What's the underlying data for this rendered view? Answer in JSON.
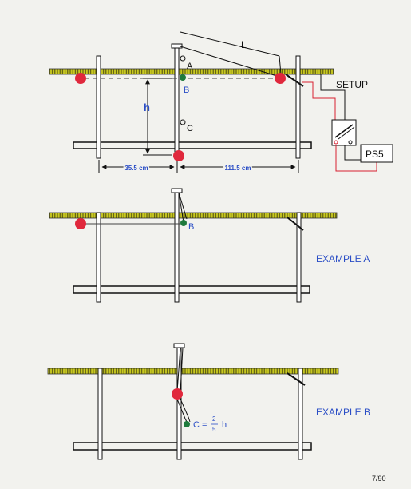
{
  "setup": {
    "title": "SETUP",
    "length_label": "L",
    "height_label": "h",
    "point_a": "A",
    "point_b": "B",
    "point_c": "C",
    "distance_left": "35.5 cm",
    "distance_right": "111.5 cm",
    "power_supply": "PS5"
  },
  "example_a": {
    "title": "EXAMPLE  A",
    "point_b": "B"
  },
  "example_b": {
    "title": "EXAMPLE  B",
    "formula_lhs": "C =",
    "formula_num": "2",
    "formula_den": "5",
    "formula_var": "h"
  },
  "page_number": "7/90",
  "colors": {
    "rail": "#c8c820",
    "rail_mark": "#3c3c0a",
    "ball_red": "#e0283c",
    "ball_green": "#1e7a3c",
    "label_blue": "#2b4ec6",
    "wire_red": "#d82030"
  }
}
